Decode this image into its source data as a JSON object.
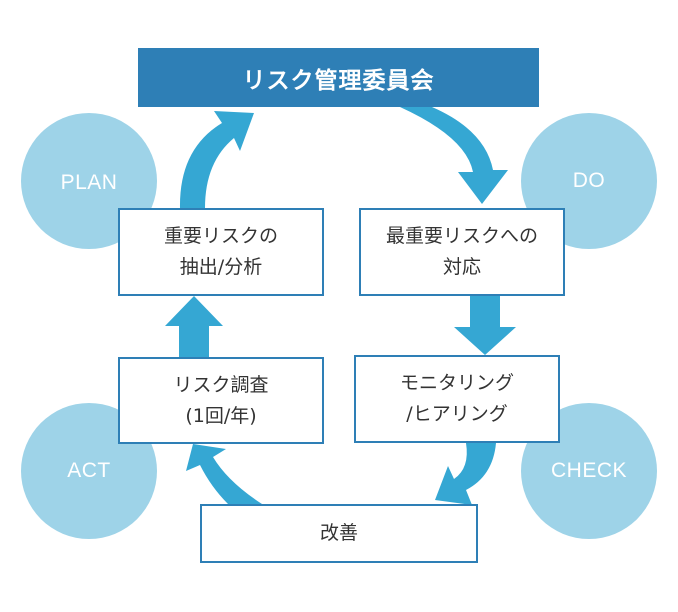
{
  "title": "リスク管理委員会",
  "phases": {
    "plan": "PLAN",
    "do": "DO",
    "check": "CHECK",
    "act": "ACT"
  },
  "steps": {
    "analysis": [
      "重要リスクの",
      "抽出/分析"
    ],
    "response": [
      "最重要リスクへの",
      "対応"
    ],
    "monitoring": [
      "モニタリング",
      "/ヒアリング"
    ],
    "survey": [
      "リスク調査",
      "(1回/年)"
    ],
    "improvement": "改善"
  },
  "colors": {
    "title_bg": "#2e7fb6",
    "circle": "#9ed3e8",
    "arrow": "#35a7d3",
    "box_border": "#2e7fb6"
  }
}
